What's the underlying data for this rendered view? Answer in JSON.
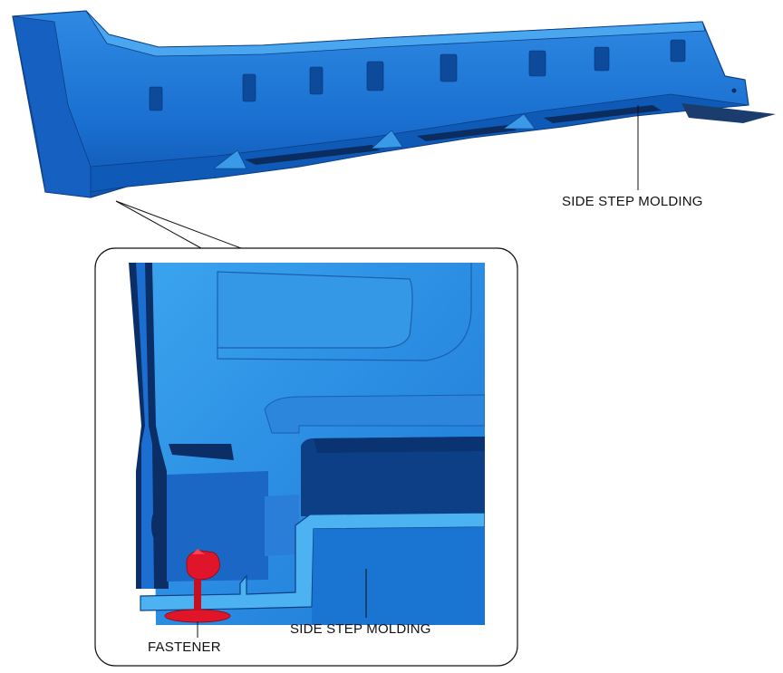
{
  "labels": {
    "side_step_molding_top": "SIDE STEP MOLDING",
    "side_step_molding_detail": "SIDE STEP MOLDING",
    "fastener": "FASTENER"
  },
  "colors": {
    "part_blue": "#1a6fd0",
    "part_light": "#3aa0ea",
    "part_dark": "#0b3f86",
    "fastener_red": "#e0152a",
    "leader_line": "#111111"
  }
}
